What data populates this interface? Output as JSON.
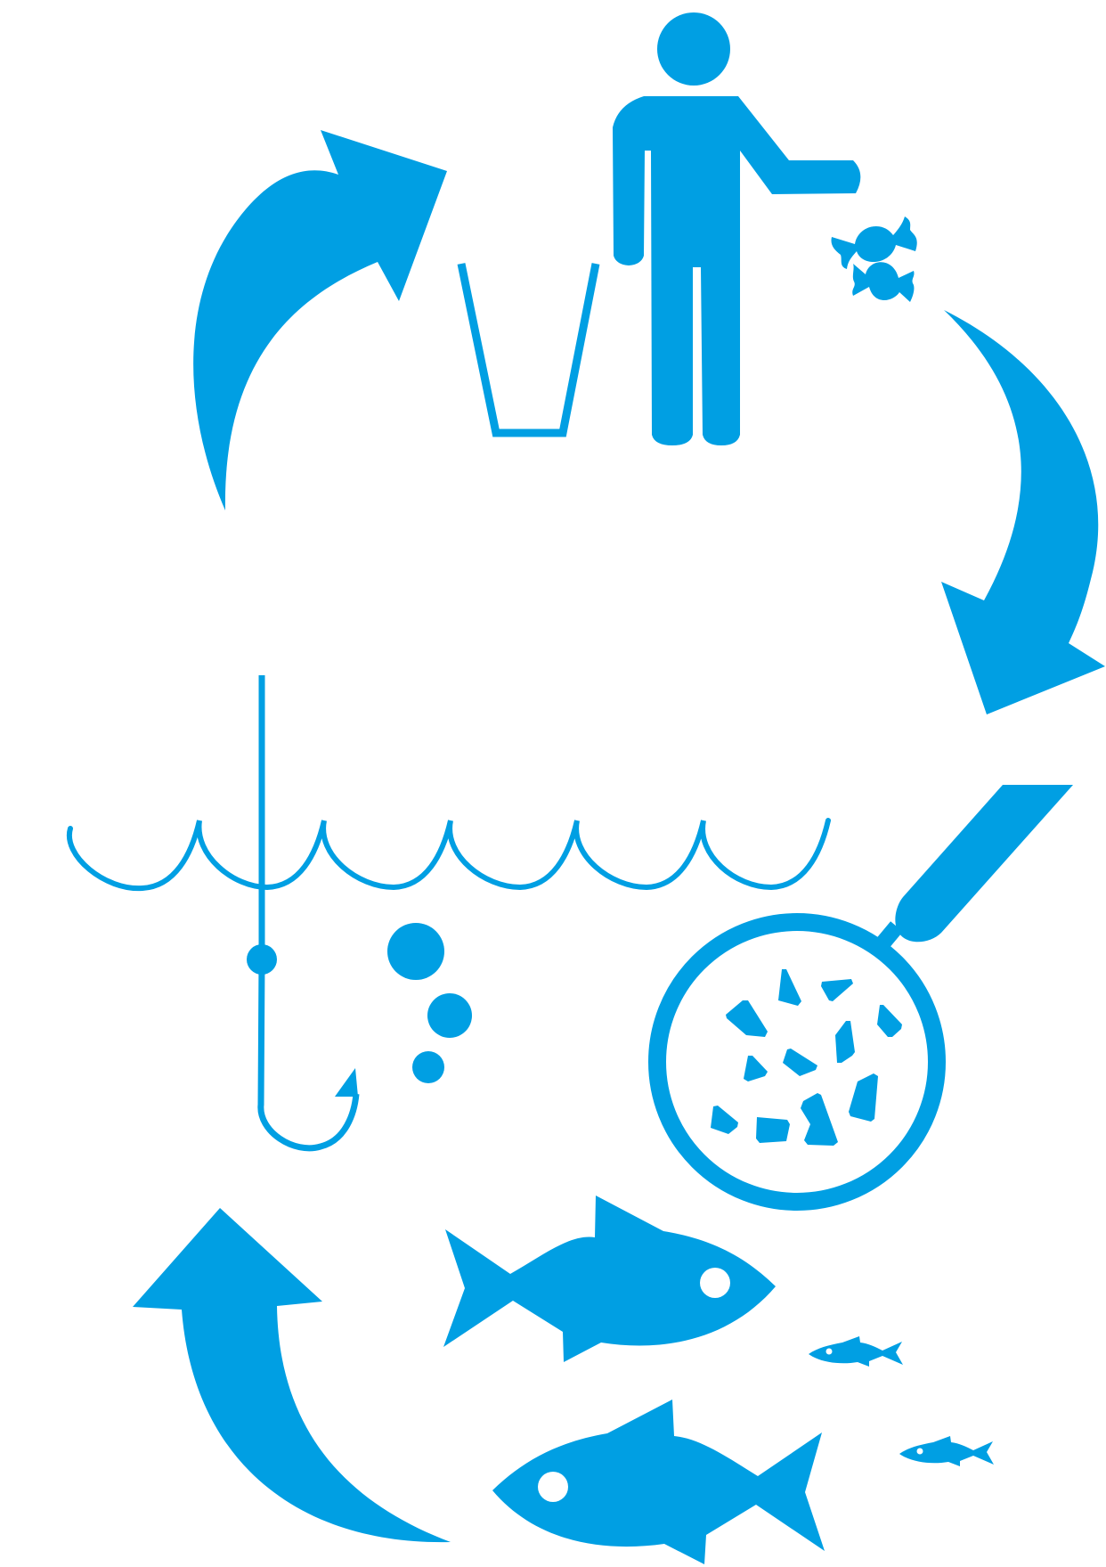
{
  "diagram": {
    "kind": "plastic-waste-cycle-pictogram",
    "accent_color": "#009FE3",
    "background_color": "#FFFFFF",
    "cycle_steps": [
      {
        "icon": "person-littering-icon"
      },
      {
        "icon": "microplastic-magnifier-icon"
      },
      {
        "icon": "fish-school-icon"
      },
      {
        "icon": "fishing-hook-water-icon"
      }
    ],
    "arrows": [
      {
        "icon": "cycle-arrow-top-left",
        "direction": "clockwise"
      },
      {
        "icon": "cycle-arrow-top-right",
        "direction": "clockwise"
      },
      {
        "icon": "cycle-arrow-bottom-left",
        "direction": "clockwise"
      }
    ]
  }
}
